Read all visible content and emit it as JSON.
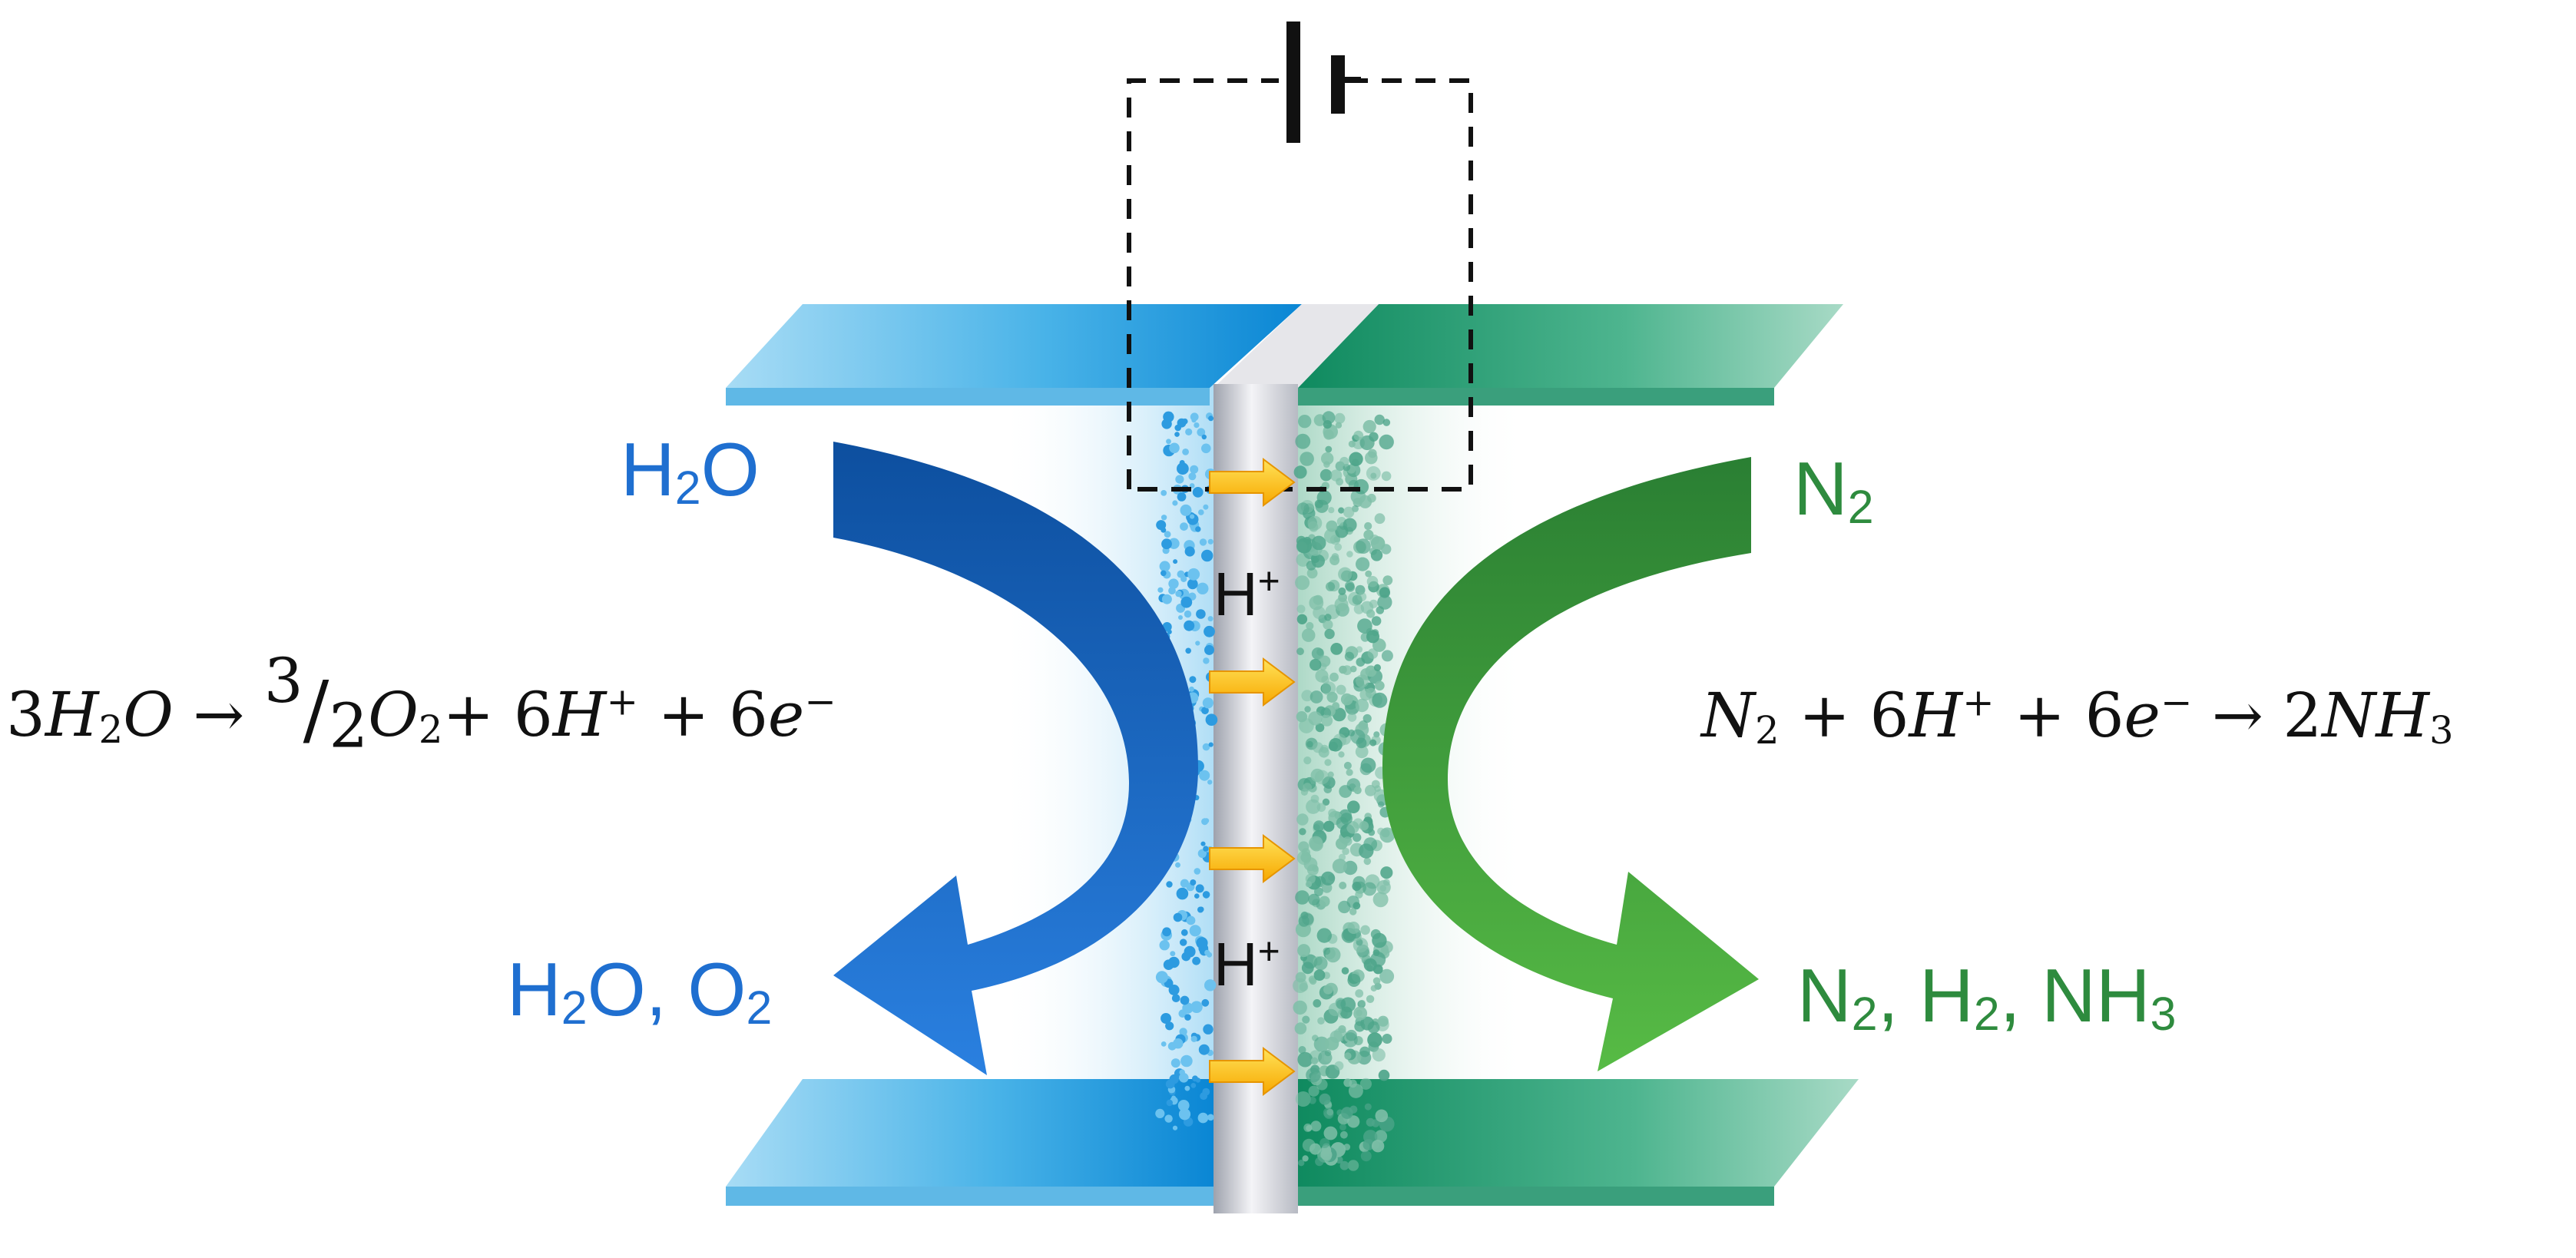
{
  "colors": {
    "anode_blue": "#1f6fd0",
    "anode_blue_dark": "#0d4f9f",
    "cathode_green": "#2e8b3e",
    "cathode_green_light": "#49b548",
    "electrode_blue": "#49b3e8",
    "electrode_green": "#1f9a70",
    "membrane": "#d9d9df",
    "proton_arrow": "#ffc21a"
  },
  "icons": [
    "battery-icon",
    "proton-arrow-icon",
    "reaction-flow-arrow-icon"
  ],
  "anode": {
    "inlet": {
      "main": "H",
      "sub": "2",
      "tail": "O"
    },
    "outlet": {
      "main": "H",
      "sub": "2",
      "mid": "O, O",
      "sub2": "2"
    },
    "equation": {
      "lhs_coef": "3",
      "lhs_species": "H",
      "lhs_sub": "2",
      "lhs_tail": "O",
      "arrow": "→",
      "frac_num": "3",
      "frac_bar": "/",
      "frac_den": "2",
      "o": "O",
      "o_sub": "2",
      "plus1": "+",
      "coef_h": "6",
      "h": "H",
      "h_sup": "+",
      "plus2": "+",
      "coef_e": "6",
      "e": "e",
      "e_sup": "−"
    }
  },
  "cathode": {
    "inlet": {
      "main": "N",
      "sub": "2"
    },
    "outlet": {
      "n": "N",
      "n_sub": "2",
      "sep1": ", H",
      "h_sub": "2",
      "sep2": ", NH",
      "nh_sub": "3"
    },
    "equation": {
      "n": "N",
      "n_sub": "2",
      "plus1": "+",
      "coef_h": "6",
      "h": "H",
      "h_sup": "+",
      "plus2": "+",
      "coef_e": "6",
      "e": "e",
      "e_sup": "−",
      "arrow": "→",
      "coef_nh": "2",
      "nh": "NH",
      "nh_sub": "3"
    }
  },
  "membrane": {
    "proton_label_1": {
      "main": "H",
      "sup": "+"
    },
    "proton_label_2": {
      "main": "H",
      "sup": "+"
    }
  }
}
